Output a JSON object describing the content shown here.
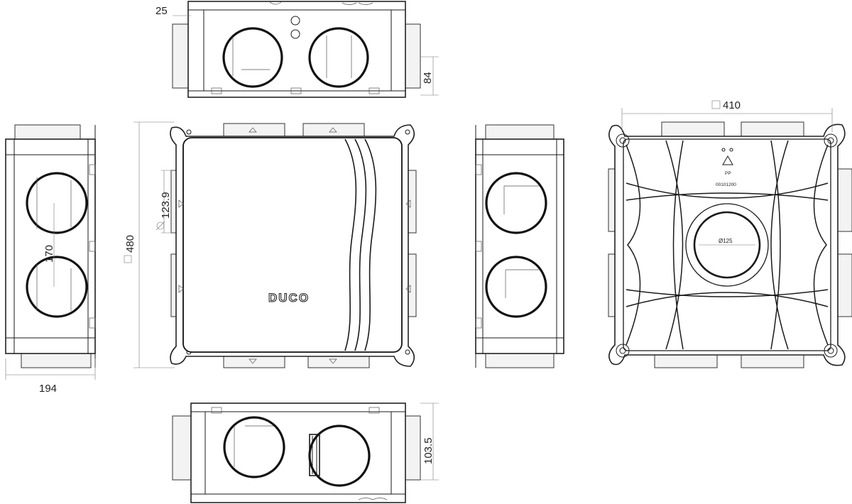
{
  "dimensions": {
    "flange_offset": "25",
    "top_view_height": "84",
    "body_width": "194",
    "spigot_spacing": "170",
    "overall_height": "480",
    "duct_diameter": "123.9",
    "overall_width": "410",
    "bottom_view_height": "103.5",
    "center_opening": "Ø125"
  },
  "markings": {
    "brand": "DUCO",
    "material": "PP",
    "part_number": "00101200"
  }
}
